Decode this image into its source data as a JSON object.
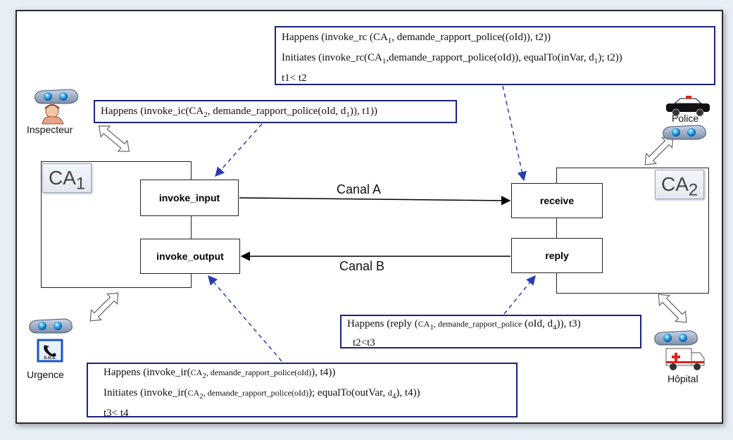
{
  "containers": {
    "ca1": {
      "label": "CA",
      "sub": "1"
    },
    "ca2": {
      "label": "CA",
      "sub": "2"
    }
  },
  "operations": {
    "invoke_input": "invoke_input",
    "invoke_output": "invoke_output",
    "receive": "receive",
    "reply": "reply"
  },
  "canals": {
    "a": "Canal A",
    "b": "Canal B"
  },
  "actors": {
    "inspecteur": "Inspecteur",
    "urgence": "Urgence",
    "police": "Police",
    "hopital": "Hôpital",
    "sos": "S.O.S."
  },
  "notes": {
    "top": {
      "l1a": "Happens (invoke_rc (CA",
      "l1sub": "1",
      "l1b": ", demande_rapport_police((oId)), t2))",
      "l2a": "Initiates (invoke_rc(CA",
      "l2sub": "1",
      "l2b": ",demande_rapport_police(oId)), equalTo(inVar, d",
      "l2sub2": "1",
      "l2c": "); t2))",
      "l3": "t1< t2"
    },
    "ic": {
      "a": "Happens (invoke_ic(CA",
      "sub": "2",
      "b": ", demande_rapport_police(oId, d",
      "sub2": "1",
      "c": ")), t1))"
    },
    "reply": {
      "a": "Happens (reply (",
      "ca": "CA",
      "sub": "1",
      "b": ", demande_rapport_police",
      "c": " (oId, d",
      "sub2": "4",
      "d": ")), t3)",
      "l2": "t2<t3"
    },
    "ir": {
      "l1a": "Happens (invoke_ir(",
      "l1ca": "CA",
      "l1sub": "2",
      "l1b": ", demande_rapport_police(oId)",
      "l1c": "), t4))",
      "l2a": "Initiates (invoke_ir(",
      "l2ca": "CA",
      "l2sub": "2",
      "l2b": ", demande_rapport_police(oId)",
      "l2c": "); equalTo(outVar, ",
      "l2d": "d",
      "l2sub2": "4",
      "l2e": "), t4))",
      "l3": "t3< t4"
    }
  },
  "colors": {
    "note_border": "#1a237e",
    "dashed_arrow": "#2a3cb0",
    "frame_bg": "#e8eef6"
  }
}
